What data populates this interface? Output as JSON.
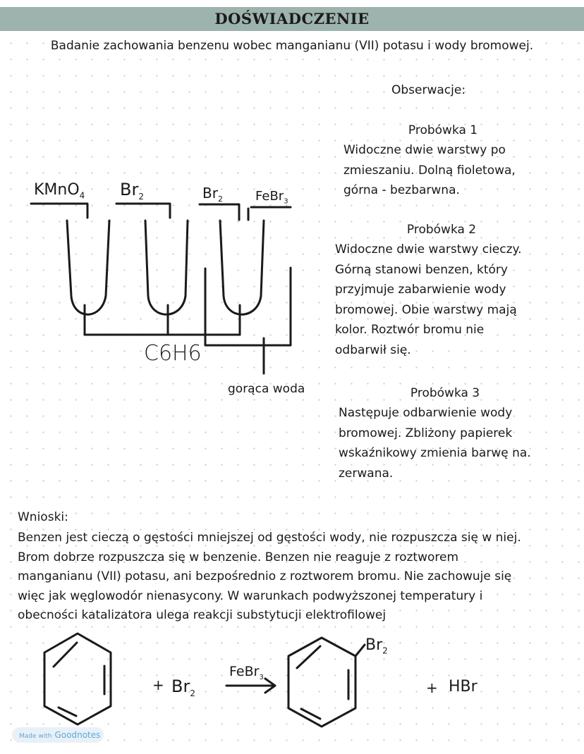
{
  "header": {
    "title": "DOŚWIADCZENIE",
    "subtitle": "Badanie zachowania benzenu wobec manganianu (VII) potasu i wody bromowej."
  },
  "observations": {
    "heading": "Obserwacje:",
    "tubes": [
      {
        "title": "Probówka 1",
        "text": "Widoczne dwie warstwy po\nzmieszaniu. Dolną fioletowa,\ngórna - bezbarwna."
      },
      {
        "title": "Probówka 2",
        "text": "Widoczne dwie warstwy cieczy.\nGórną stanowi benzen, który\nprzyjmuje zabarwienie wody\nbromowej. Obie warstwy mają\nkolor. Roztwór bromu nie\nodbarwił się."
      },
      {
        "title": "Probówka 3",
        "text": "Następuje odbarwienie wody\nbromowej. Zbliżony papierek\nwskaźnikowy zmienia barwę na.\nzerwana."
      }
    ]
  },
  "diagram": {
    "reagent_1": "KMnO",
    "reagent_1_sub": "4",
    "reagent_2": "Br",
    "reagent_2_sub": "2",
    "reagent_3": "Br",
    "reagent_3_sub": "2",
    "catalyst": "FeBr",
    "catalyst_sub": "3",
    "substance": "C6H6",
    "hot_water_label": "gorąca woda"
  },
  "conclusions": {
    "label": "Wnioski:",
    "text": "Benzen jest cieczą o gęstości mniejszej od gęstości wody, nie rozpuszcza się w niej.\nBrom dobrze rozpuszcza się w benzenie. Benzen nie reaguje z roztworem\nmanganianu (VII) potasu, ani bezpośrednio z roztworem bromu. Nie zachowuje się\nwięc jak węglowodór nienasycony. W warunkach podwyższonej temperatury i\nobecności katalizatora ulega reakcji substytucji elektrofilowej"
  },
  "reaction": {
    "plus_1": "+",
    "reagent": "Br",
    "reagent_sub": "2",
    "catalyst": "FeBr",
    "catalyst_sub": "3",
    "product_substituent": "Br",
    "product_substituent_sub": "2",
    "plus_2": "+",
    "byproduct": "HBr"
  },
  "watermark": {
    "prefix": "Made with",
    "brand": "Goodnotes"
  }
}
